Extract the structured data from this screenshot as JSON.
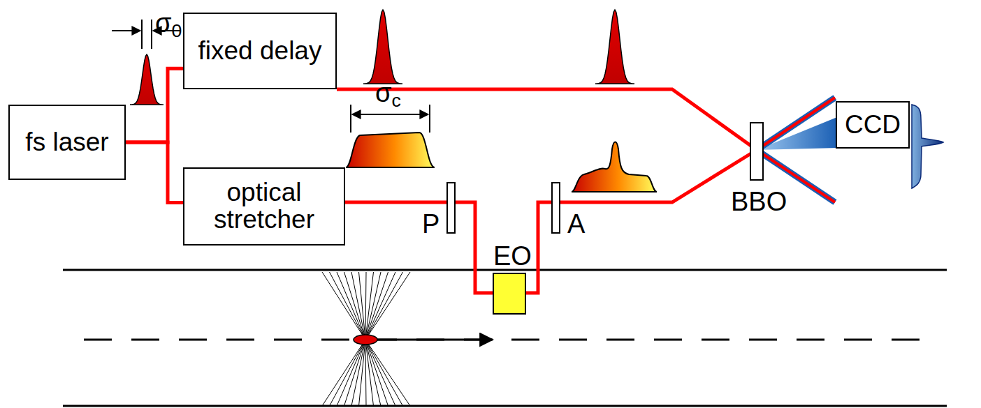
{
  "diagram": {
    "nodes": [
      {
        "text": [
          "fs laser"
        ]
      },
      {
        "text": [
          "fixed delay"
        ]
      },
      {
        "text": [
          "optical stretcher"
        ]
      },
      {
        "text": [
          "CCD"
        ]
      }
    ],
    "edges": [
      {
        "from": 0,
        "to": 1,
        "arrow": "none"
      },
      {
        "from": 0,
        "to": 2,
        "arrow": "none"
      }
    ],
    "labels": [
      "σ0",
      "σc",
      "P",
      "A",
      "EO",
      "BBO"
    ]
  }
}
